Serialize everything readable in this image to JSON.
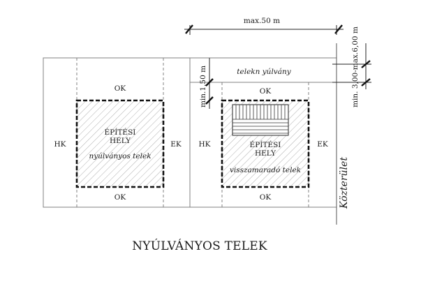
{
  "dimensions": {
    "max_length": "max.50 m",
    "min_gap": "min.1,50 m",
    "street_width": "min. 3,00-max.6,00 m"
  },
  "left_plot": {
    "setback_top": "OK",
    "setback_bottom": "OK",
    "setback_left": "HK",
    "setback_right": "EK",
    "building_line1": "ÉPÍTÉSI",
    "building_line2": "HELY",
    "plot_type": "nyúlványos telek"
  },
  "right_plot": {
    "extension": "telekn yúlvány",
    "setback_top": "OK",
    "setback_bottom": "OK",
    "setback_left": "HK",
    "setback_right": "EK",
    "building_line1": "ÉPÍTÉSI",
    "building_line2": "HELY",
    "plot_type": "visszamaradó telek"
  },
  "public_space": "Közterület",
  "title": "NYÚLVÁNYOS TELEK"
}
